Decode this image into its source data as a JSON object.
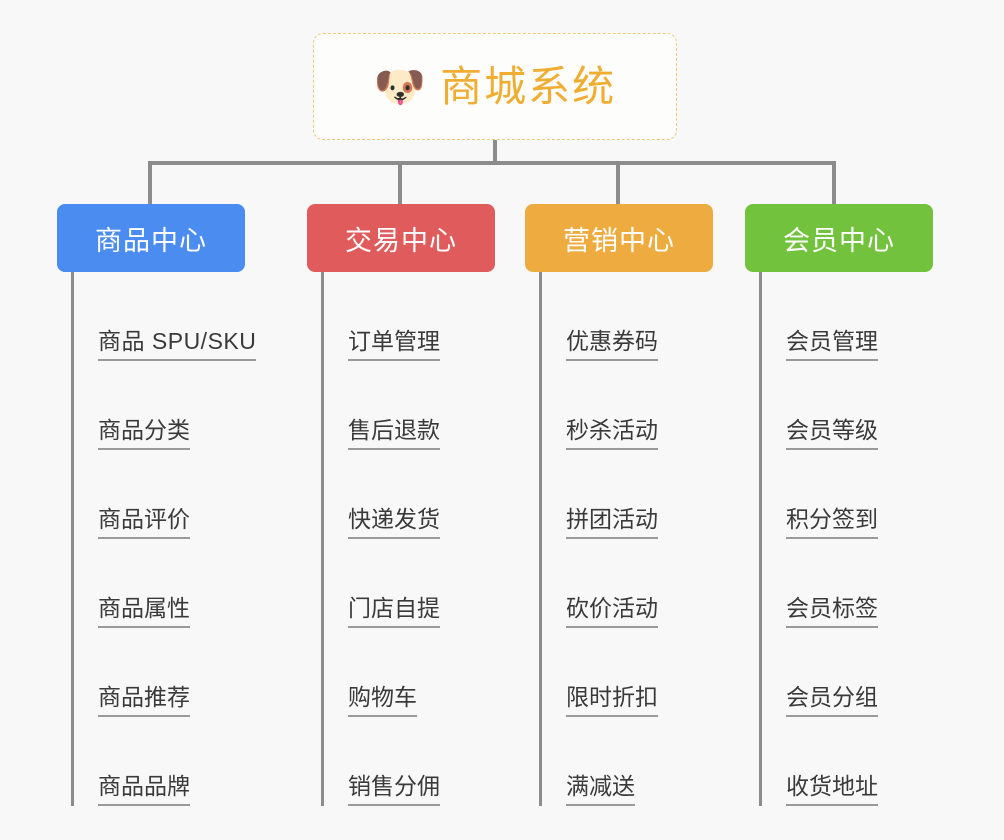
{
  "page": {
    "background_color": "#f8f8f8",
    "type": "mindmap-tree"
  },
  "root": {
    "title": "商城系统",
    "icon": "dog-face-icon",
    "icon_glyph": "🐶",
    "text_color": "#f0ad32",
    "border_color": "#eec97a",
    "background_color": "#fdfdfc"
  },
  "connector": {
    "color": "#8c8c8c"
  },
  "columns": [
    {
      "id": "product-center",
      "label": "商品中心",
      "color": "#4a8cf0",
      "items": [
        "商品 SPU/SKU",
        "商品分类",
        "商品评价",
        "商品属性",
        "商品推荐",
        "商品品牌"
      ]
    },
    {
      "id": "trade-center",
      "label": "交易中心",
      "color": "#e05c5c",
      "items": [
        "订单管理",
        "售后退款",
        "快递发货",
        "门店自提",
        "购物车",
        "销售分佣"
      ]
    },
    {
      "id": "marketing-center",
      "label": "营销中心",
      "color": "#eeac40",
      "items": [
        "优惠券码",
        "秒杀活动",
        "拼团活动",
        "砍价活动",
        "限时折扣",
        "满减送"
      ]
    },
    {
      "id": "member-center",
      "label": "会员中心",
      "color": "#73c23d",
      "items": [
        "会员管理",
        "会员等级",
        "积分签到",
        "会员标签",
        "会员分组",
        "收货地址"
      ]
    }
  ]
}
